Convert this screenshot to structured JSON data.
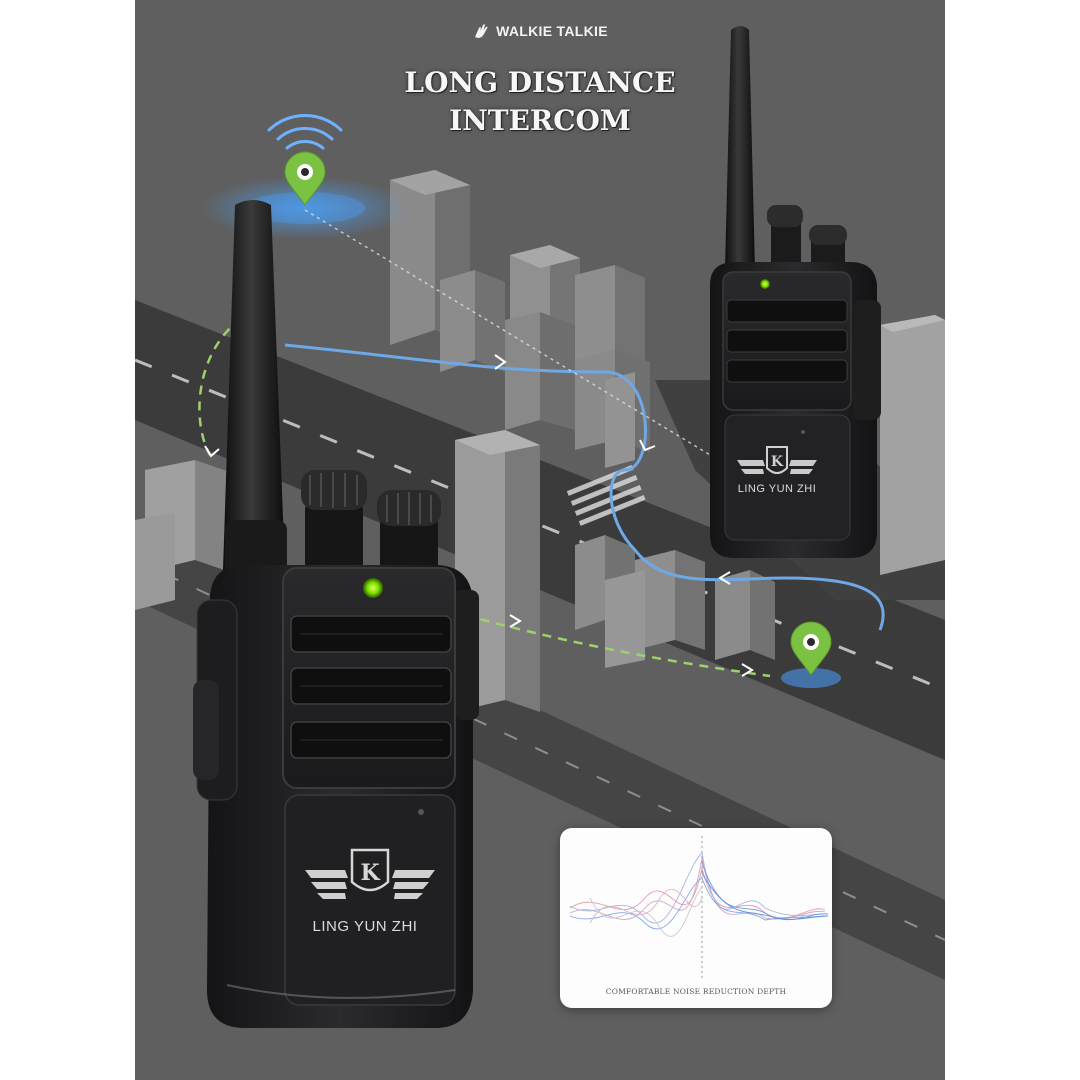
{
  "header": {
    "brand": "WALKIE TALKIE",
    "headline_line1": "LONG DISTANCE",
    "headline_line2": "INTERCOM"
  },
  "device": {
    "brand_name": "LING YUN ZHI",
    "logo_letter": "K",
    "led_color": "#7ee000",
    "body_color": "#1c1c1e"
  },
  "map": {
    "pin_color": "#7cc242",
    "signal_color": "#6fb0ff",
    "route_color": "#6ea8e6",
    "dashed_route_color": "#9bd36a"
  },
  "noise_card": {
    "caption": "COMFORTABLE NOISE REDUCTION DEPTH"
  },
  "icons": [
    "hand-wave-icon",
    "location-pin-icon",
    "wifi-signal-icon",
    "winged-shield-logo-icon",
    "arrow-chevron-icon"
  ]
}
